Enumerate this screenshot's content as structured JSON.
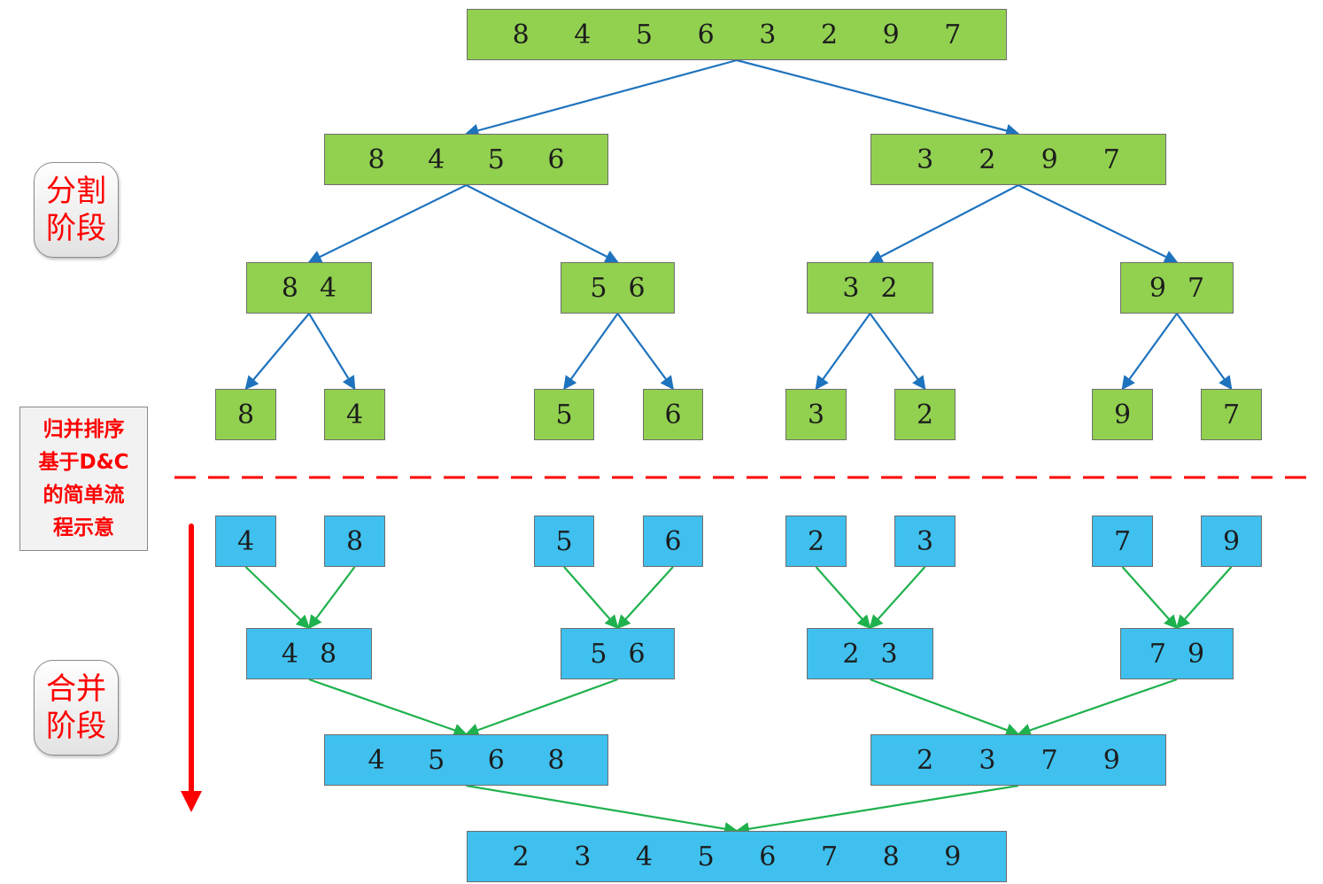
{
  "labels": {
    "split_phase": [
      "分割",
      "阶段"
    ],
    "merge_phase": [
      "合并",
      "阶段"
    ],
    "caption": [
      "归并排序",
      "基于D&C",
      "的简单流",
      "程示意"
    ]
  },
  "colors": {
    "split_fill": "#92d050",
    "merge_fill": "#3fc0ee",
    "split_arrow": "#1e73be",
    "merge_arrow": "#1fb14d",
    "divider": "#ff0000",
    "label_text": "#ff0000"
  },
  "split_levels": [
    [
      [
        8,
        4,
        5,
        6,
        3,
        2,
        9,
        7
      ]
    ],
    [
      [
        8,
        4,
        5,
        6
      ],
      [
        3,
        2,
        9,
        7
      ]
    ],
    [
      [
        8,
        4
      ],
      [
        5,
        6
      ],
      [
        3,
        2
      ],
      [
        9,
        7
      ]
    ],
    [
      [
        8
      ],
      [
        4
      ],
      [
        5
      ],
      [
        6
      ],
      [
        3
      ],
      [
        2
      ],
      [
        9
      ],
      [
        7
      ]
    ]
  ],
  "merge_levels": [
    [
      [
        4
      ],
      [
        8
      ],
      [
        5
      ],
      [
        6
      ],
      [
        2
      ],
      [
        3
      ],
      [
        7
      ],
      [
        9
      ]
    ],
    [
      [
        4,
        8
      ],
      [
        5,
        6
      ],
      [
        2,
        3
      ],
      [
        7,
        9
      ]
    ],
    [
      [
        4,
        5,
        6,
        8
      ],
      [
        2,
        3,
        7,
        9
      ]
    ],
    [
      [
        2,
        3,
        4,
        5,
        6,
        7,
        8,
        9
      ]
    ]
  ]
}
